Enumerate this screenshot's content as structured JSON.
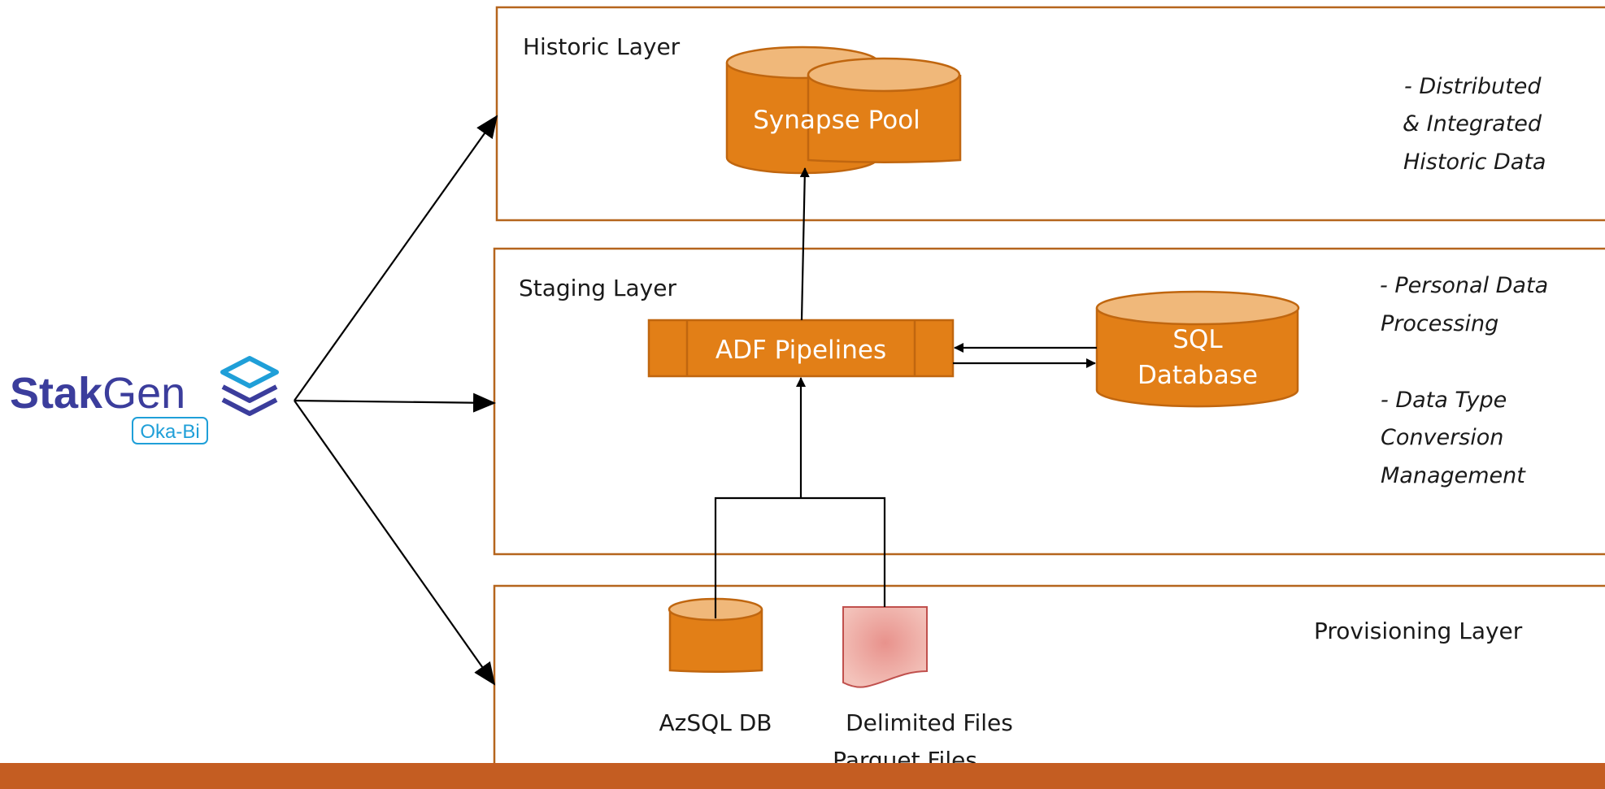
{
  "colors": {
    "layer_border": "#b5651d",
    "node_fill": "#e27f17",
    "node_stroke": "#c0660f",
    "cylinder_top": "#f0b87a",
    "file_fill": "#eab0a8",
    "file_stroke": "#c0504d",
    "footer_bar": "#c45d22",
    "logo_primary": "#3b3d9c",
    "logo_accent": "#1f9fd8"
  },
  "logo": {
    "brand_bold": "Stak",
    "brand_regular": "Gen",
    "tagline": "Oka-Bi",
    "icon": "stacked-layers-icon"
  },
  "layers": {
    "historic": {
      "label": "Historic Layer",
      "notes": [
        "- Distributed",
        "& Integrated",
        "Historic Data"
      ]
    },
    "staging": {
      "label": "Staging Layer",
      "notes": [
        "- Personal Data",
        "Processing",
        "- Data Type",
        "Conversion",
        "Management"
      ]
    },
    "provisioning": {
      "label": "Provisioning Layer"
    }
  },
  "nodes": {
    "synapse_pool": "Synapse Pool",
    "adf_pipelines": "ADF Pipelines",
    "sql_database": [
      "SQL",
      "Database"
    ],
    "azsql_db": "AzSQL DB",
    "files": [
      "Delimited Files",
      "Parquet Files"
    ]
  }
}
